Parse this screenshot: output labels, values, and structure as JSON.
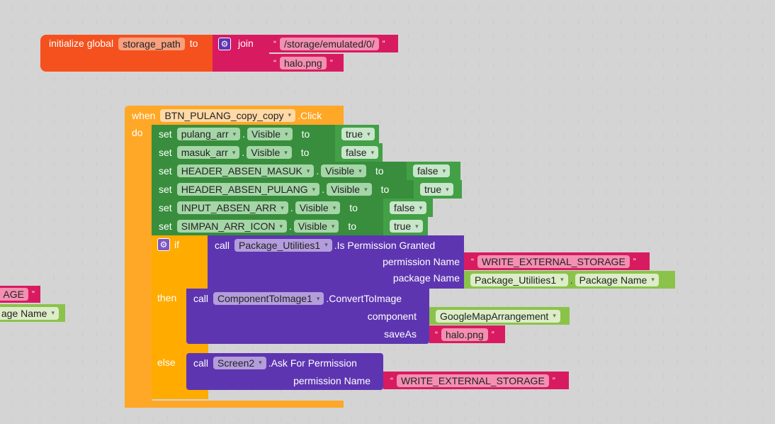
{
  "global_init": {
    "label": "initialize global",
    "var": "storage_path",
    "to": "to",
    "join": "join",
    "strings": [
      "/storage/emulated/0/",
      "halo.png"
    ]
  },
  "event": {
    "when": "when",
    "component": "BTN_PULANG_copy_copy",
    "event": ".Click",
    "do": "do"
  },
  "setters": [
    {
      "set": "set",
      "component": "pulang_arr",
      "property": "Visible",
      "to": "to",
      "value": "true"
    },
    {
      "set": "set",
      "component": "masuk_arr",
      "property": "Visible",
      "to": "to",
      "value": "false"
    },
    {
      "set": "set",
      "component": "HEADER_ABSEN_MASUK",
      "property": "Visible",
      "to": "to",
      "value": "false"
    },
    {
      "set": "set",
      "component": "HEADER_ABSEN_PULANG",
      "property": "Visible",
      "to": "to",
      "value": "true"
    },
    {
      "set": "set",
      "component": "INPUT_ABSEN_ARR",
      "property": "Visible",
      "to": "to",
      "value": "false"
    },
    {
      "set": "set",
      "component": "SIMPAN_ARR_ICON",
      "property": "Visible",
      "to": "to",
      "value": "true"
    }
  ],
  "if_block": {
    "if": "if",
    "then": "then",
    "else": "else"
  },
  "permission_check": {
    "call": "call",
    "component": "Package_Utilities1",
    "method": ".Is Permission Granted",
    "arg1": "permission Name",
    "arg1_value": "WRITE_EXTERNAL_STORAGE",
    "arg2": "package Name",
    "arg2_component": "Package_Utilities1",
    "arg2_property": "Package Name"
  },
  "convert": {
    "call": "call",
    "component": "ComponentToImage1",
    "method": ".ConvertToImage",
    "arg1": "component",
    "arg1_value": "GoogleMapArrangement",
    "arg2": "saveAs",
    "arg2_value": "halo.png"
  },
  "ask": {
    "call": "call",
    "component": "Screen2",
    "method": ".Ask For Permission",
    "arg1": "permission Name",
    "arg1_value": "WRITE_EXTERNAL_STORAGE"
  },
  "offscreen": {
    "string_tail": "AGE",
    "getter_tail": "age Name"
  },
  "quote_open": "“",
  "quote_close": "”"
}
